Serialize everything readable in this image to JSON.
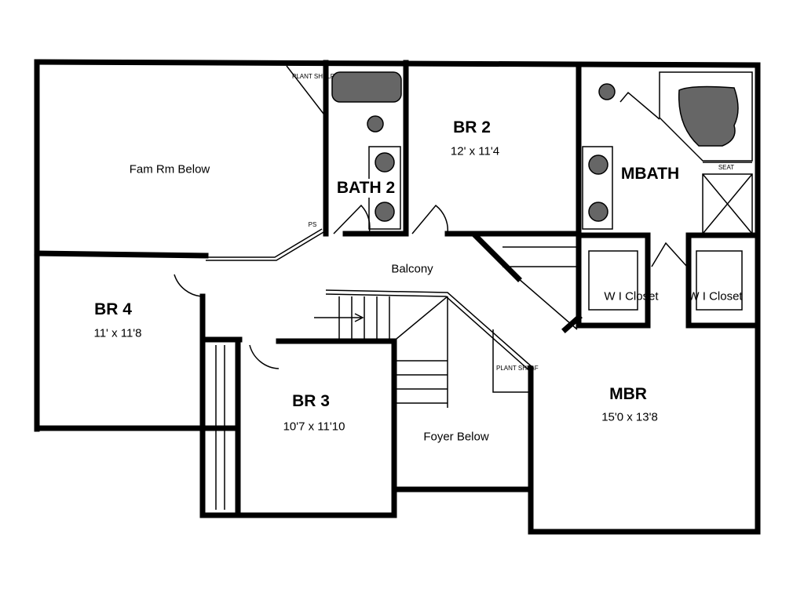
{
  "plan": {
    "rooms": [
      {
        "name": "Fam Rm Below",
        "dims": ""
      },
      {
        "name": "BR 2",
        "dims": "12' x 11'4"
      },
      {
        "name": "BATH 2",
        "dims": ""
      },
      {
        "name": "MBATH",
        "dims": ""
      },
      {
        "name": "Balcony",
        "dims": ""
      },
      {
        "name": "BR 4",
        "dims": "11' x 11'8"
      },
      {
        "name": "BR 3",
        "dims": "10'7 x 11'10"
      },
      {
        "name": "Foyer Below",
        "dims": ""
      },
      {
        "name": "MBR",
        "dims": "15'0 x 13'8"
      },
      {
        "name": "W I Closet",
        "dims": ""
      },
      {
        "name": "W I Closet",
        "dims": ""
      }
    ],
    "notes": {
      "plant_shelf_1": "PLANT SHELF",
      "plant_shelf_2": "PLANT SHELF",
      "ps": "PS",
      "seat": "SEAT"
    },
    "colors": {
      "wall": "#000000",
      "background": "#ffffff"
    }
  }
}
